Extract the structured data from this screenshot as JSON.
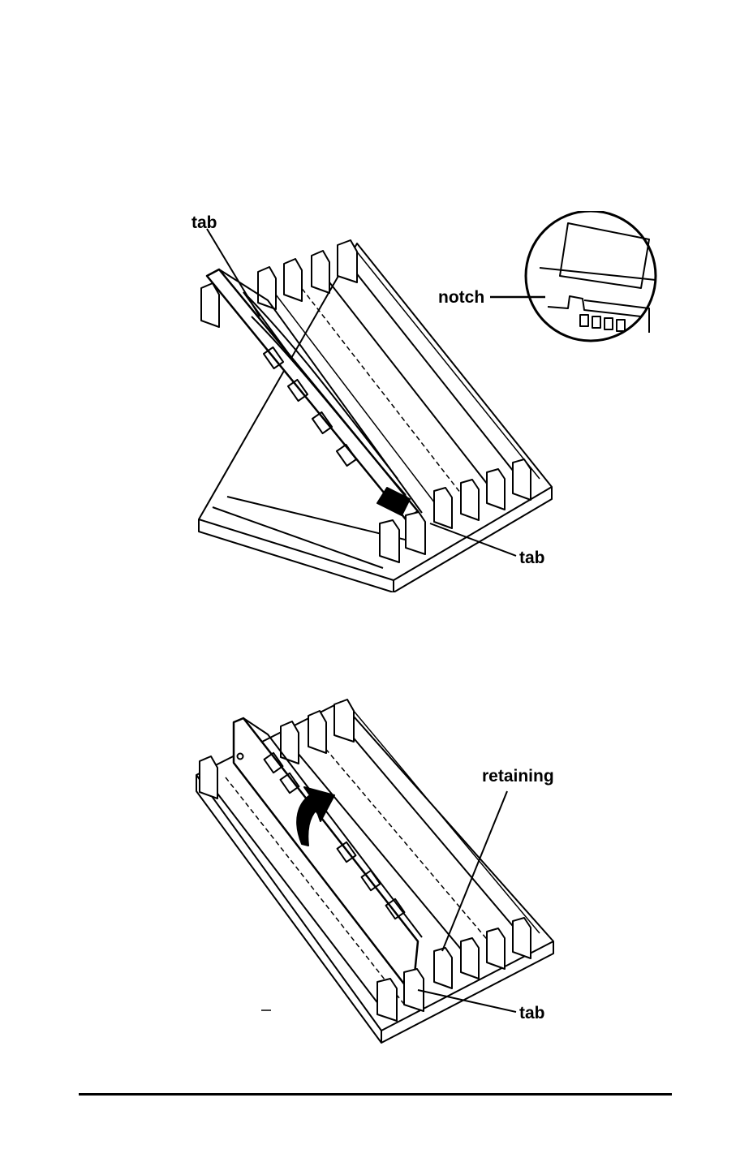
{
  "figure_1": {
    "labels": {
      "tab_top": "tab",
      "notch": "notch",
      "tab_bottom": "tab"
    }
  },
  "figure_2": {
    "labels": {
      "retaining": "retaining",
      "tab": "tab"
    }
  },
  "colors": {
    "ink": "#000000",
    "paper": "#ffffff"
  }
}
